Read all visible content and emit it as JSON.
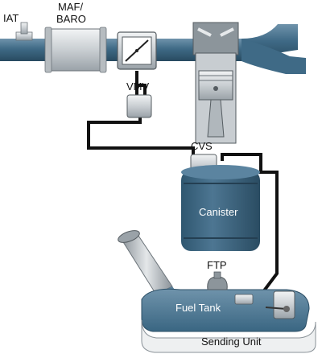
{
  "labels": {
    "iat": "IAT",
    "maf_line1": "MAF/",
    "maf_line2": "BARO",
    "vmv": "VMV",
    "cvs": "CVS",
    "canister": "Canister",
    "ftp": "FTP",
    "fuel_tank": "Fuel Tank",
    "sending_unit": "Sending Unit"
  },
  "colors": {
    "pipe_blue": "#3f6a86",
    "pipe_dark": "#2c4f66",
    "metal_light": "#d9dde0",
    "metal_mid": "#a9b0b5",
    "hose": "#111111",
    "tank_white": "#eef0f1"
  }
}
